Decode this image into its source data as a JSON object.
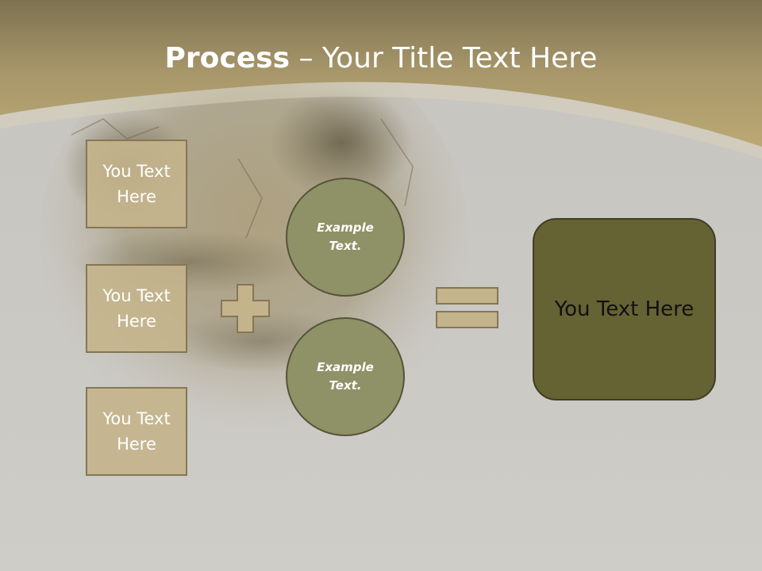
{
  "slide": {
    "title_bold": "Process",
    "title_rest": " – Your Title Text Here",
    "left_boxes": [
      {
        "label": "You Text Here"
      },
      {
        "label": "You Text Here"
      },
      {
        "label": "You Text Here"
      }
    ],
    "circles": [
      {
        "label": "Example Text."
      },
      {
        "label": "Example Text."
      }
    ],
    "result_label": "You Text Here",
    "operator_icons": [
      "plus-icon",
      "equals-icon"
    ]
  },
  "colors": {
    "header_gold": "#b8a66e",
    "box_fill": "#c4b48c",
    "box_border": "#857755",
    "circle_fill": "#8f9166",
    "result_fill": "#656234",
    "background": "#c8c6c1"
  }
}
